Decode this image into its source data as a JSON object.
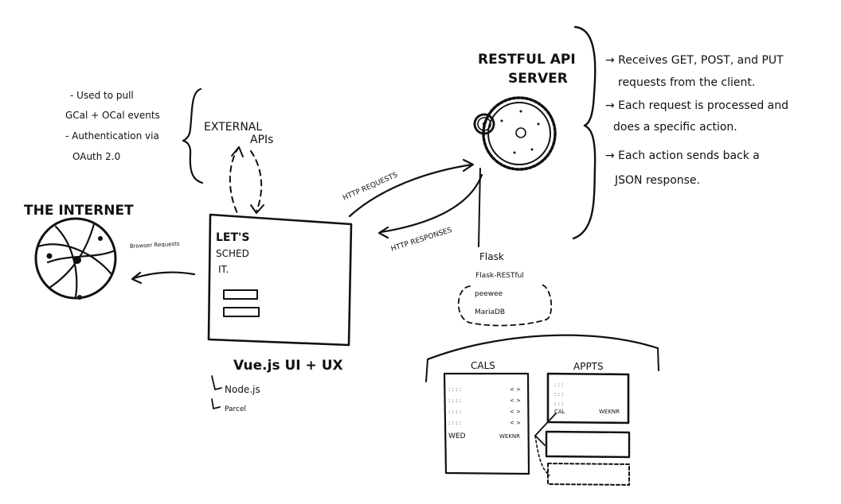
{
  "internet": {
    "title": "THE INTERNET"
  },
  "external_apis": {
    "title_line1": "EXTERNAL",
    "title_line2": "APIs",
    "note_line1": "- Used to pull",
    "note_line2": "GCal + OCal events",
    "note_line3": "- Authentication via",
    "note_line4": "OAuth 2.0"
  },
  "browser_requests": {
    "label": "Browser Requests"
  },
  "app": {
    "title_line1": "LET'S",
    "title_line2": "SCHED",
    "title_line3": "IT.",
    "stack_title": "Vue.js UI + UX",
    "stack_items": [
      "Node.js",
      "Parcel"
    ]
  },
  "http": {
    "requests": "HTTP REQUESTS",
    "responses": "HTTP RESPONSES"
  },
  "server": {
    "title_line1": "RESTFUL API",
    "title_line2": "SERVER",
    "notes": [
      "→ Receives GET, POST, and PUT",
      "requests from the client.",
      "→ Each request is processed and",
      "does a specific action.",
      "→ Each action sends back a",
      "JSON response."
    ],
    "tech": [
      "Flask",
      "Flask-RESTful",
      "peewee",
      "MariaDB"
    ]
  },
  "db": {
    "cals_label": "CALS",
    "appts_label": "APPTS",
    "wed_label": "WED",
    "weknr_label": "WEKNR",
    "cal_label": "CAL",
    "weknr_label2": "WEKNR"
  }
}
